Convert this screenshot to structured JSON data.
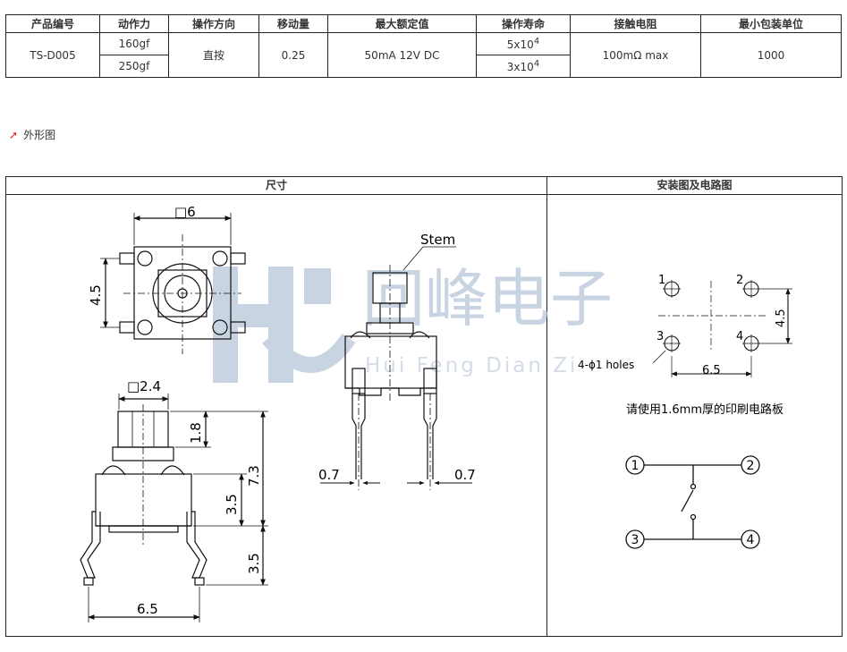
{
  "table": {
    "headers": [
      "产品编号",
      "动作力",
      "操作方向",
      "移动量",
      "最大额定值",
      "操作寿命",
      "接触电阻",
      "最小包装单位"
    ],
    "part_no": "TS-D005",
    "force": [
      "160gf",
      "250gf"
    ],
    "direction": "直按",
    "travel": "0.25",
    "rating": "50mA 12V DC",
    "life": [
      {
        "base": "5x10",
        "exp": "4"
      },
      {
        "base": "3x10",
        "exp": "4"
      }
    ],
    "resistance": "100mΩ max",
    "min_pack": "1000"
  },
  "section": {
    "title": "外形图",
    "arrow": "➚"
  },
  "panel": {
    "left_title": "尺寸",
    "right_title": "安装图及电路图"
  },
  "top_view": {
    "width_label": "□6",
    "height_label": "4.5"
  },
  "side_view": {
    "stem_label": "□2.4",
    "stem_h": "1.8",
    "body_h": "3.5",
    "total_h": "7.3",
    "pin_len": "3.5",
    "pin_span": "6.5"
  },
  "front_view": {
    "stem_callout": "Stem",
    "pin_w_left": "0.7",
    "pin_w_right": "0.7"
  },
  "mounting": {
    "pin_labels": [
      "1",
      "2",
      "3",
      "4"
    ],
    "holes_label": "4-ϕ1 holes",
    "span_x": "6.5",
    "span_y": "4.5",
    "note": "请使用1.6mm厚的印刷电路板"
  },
  "circuit": {
    "nodes": [
      "1",
      "2",
      "3",
      "4"
    ]
  },
  "watermark": {
    "cn": "回峰电子",
    "en": "Hui Feng Dian Zi"
  },
  "colors": {
    "line": "#111111",
    "watermark": "#b8c6da",
    "arrow": "#e02020"
  }
}
